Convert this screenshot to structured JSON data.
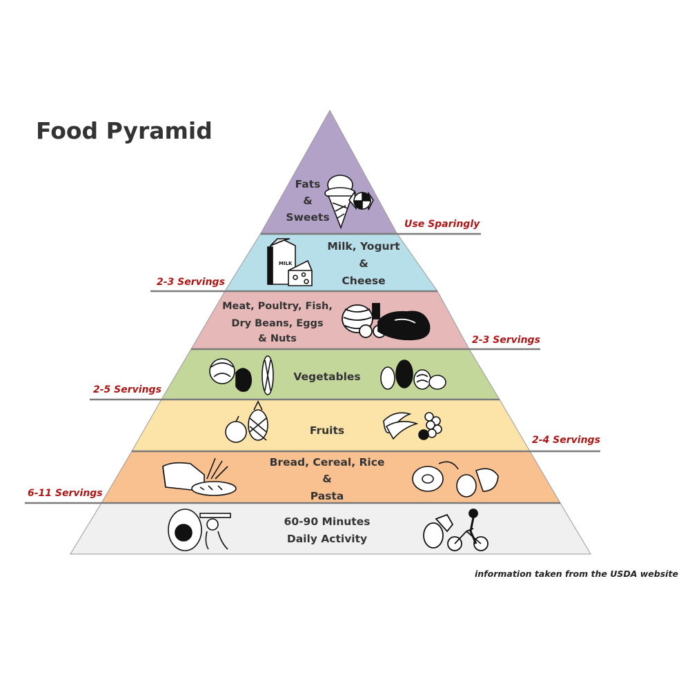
{
  "title": "Food Pyramid",
  "source_note": "information taken from the USDA website",
  "colors": {
    "serving_text": "#b01515",
    "guide_line": "#7a7a7a",
    "text": "#333333"
  },
  "levels": [
    {
      "name": "fats-sweets",
      "lines": [
        "Fats",
        "&",
        "Sweets"
      ],
      "color": "#b3a2c8",
      "serving": "Use Sparingly",
      "serving_side": "right",
      "icons": [
        "ice-cream-icon",
        "candy-icon"
      ]
    },
    {
      "name": "dairy",
      "lines": [
        "Milk, Yogurt",
        "&",
        "Cheese"
      ],
      "color": "#b7dfe9",
      "serving": "2-3 Servings",
      "serving_side": "left",
      "icons": [
        "milk-carton-icon",
        "cheese-icon"
      ]
    },
    {
      "name": "protein",
      "lines": [
        "Meat, Poultry, Fish,",
        "Dry Beans, Eggs",
        "& Nuts"
      ],
      "color": "#e6b9b8",
      "serving": "2-3 Servings",
      "serving_side": "right",
      "icons": [
        "fish-icon",
        "steak-icon"
      ]
    },
    {
      "name": "vegetables",
      "lines": [
        "Vegetables"
      ],
      "color": "#c4d79b",
      "serving": "2-5 Servings",
      "serving_side": "left",
      "icons": [
        "cabbage-pepper-corn-icon",
        "eggplant-onion-icon"
      ]
    },
    {
      "name": "fruits",
      "lines": [
        "Fruits"
      ],
      "color": "#fce4a8",
      "serving": "2-4 Servings",
      "serving_side": "right",
      "icons": [
        "apple-pineapple-icon",
        "banana-grapes-icon"
      ]
    },
    {
      "name": "grains",
      "lines": [
        "Bread, Cereal, Rice",
        "&",
        "Pasta"
      ],
      "color": "#f9c090",
      "serving": "6-11 Servings",
      "serving_side": "left",
      "icons": [
        "bread-wheat-icon",
        "pretzel-bagel-icon"
      ]
    },
    {
      "name": "activity",
      "lines": [
        "60-90 Minutes",
        "Daily Activity"
      ],
      "color": "#f0f0f0",
      "serving": "",
      "serving_side": "none",
      "icons": [
        "weightlifter-icon",
        "cyclist-icon"
      ]
    }
  ]
}
